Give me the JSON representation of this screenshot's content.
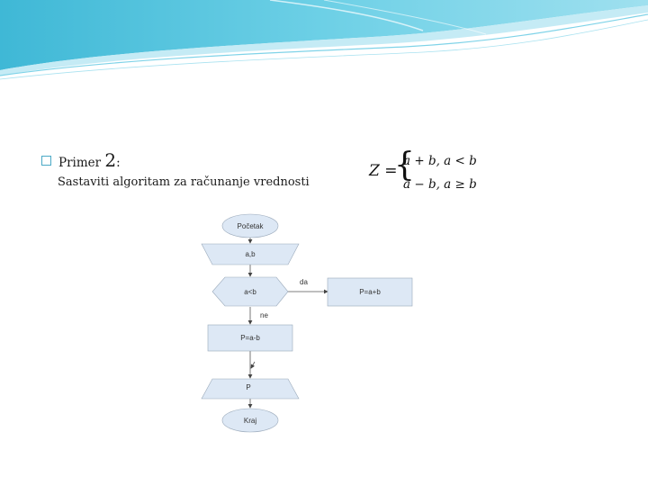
{
  "slide": {
    "bullet_prefix": "Primer ",
    "bullet_number": "2",
    "bullet_suffix": ":",
    "subtitle": "Sastaviti algoritam za računanje vrednosti"
  },
  "formula": {
    "lhs": "Z =",
    "case1": "a + b, a < b",
    "case2": "a − b, a ≥ b"
  },
  "flowchart": {
    "start": "Početak",
    "input": "a,b",
    "decision": "a<b",
    "yes_label": "da",
    "no_label": "ne",
    "process_yes": "P=a+b",
    "process_no": "P=a-b",
    "output": "P",
    "end": "Kraj"
  },
  "colors": {
    "banner_blue": "#4fc3dc",
    "banner_light": "#bfe9f4",
    "shape_fill": "#dde8f5",
    "bullet_accent": "#4aa9c6"
  }
}
